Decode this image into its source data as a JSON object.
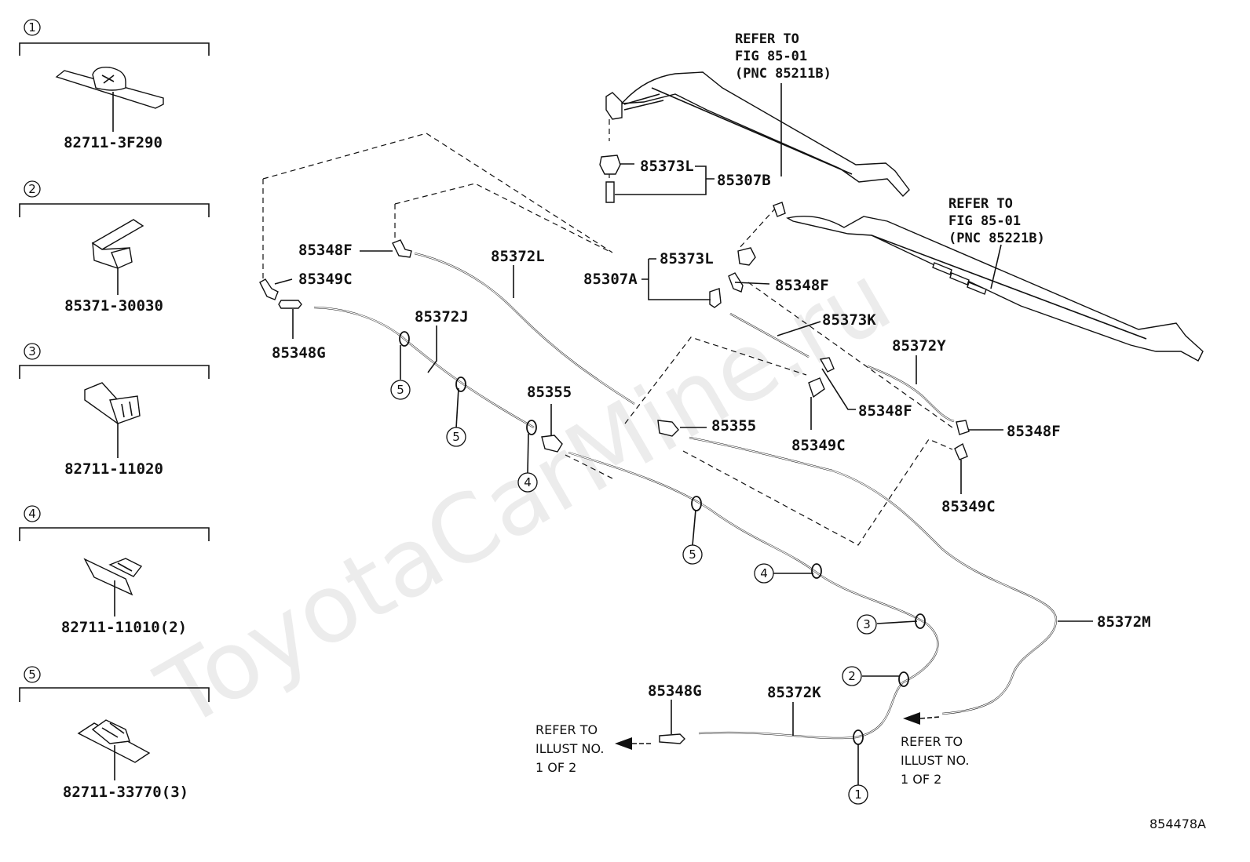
{
  "watermark": "ToyotaCarMine.ru",
  "figure_id": "854478A",
  "clips": [
    {
      "num": "1",
      "part": "82711-3F290"
    },
    {
      "num": "2",
      "part": "85371-30030"
    },
    {
      "num": "3",
      "part": "82711-11020"
    },
    {
      "num": "4",
      "part": "82711-11010(2)"
    },
    {
      "num": "5",
      "part": "82711-33770(3)"
    }
  ],
  "refs": {
    "arm_upper": [
      "REFER TO",
      "FIG 85-01",
      "(PNC 85211B)"
    ],
    "arm_lower": [
      "REFER TO",
      "FIG 85-01",
      "(PNC 85221B)"
    ],
    "illust_left": [
      "REFER TO",
      "ILLUST NO.",
      "1 OF 2"
    ],
    "illust_right": [
      "REFER TO",
      "ILLUST NO.",
      "1 OF 2"
    ]
  },
  "labels": {
    "p85373L_a": "85373L",
    "p85307B": "85307B",
    "p85373L_b": "85373L",
    "p85307A": "85307A",
    "p85348F_a": "85348F",
    "p85349C_a": "85349C",
    "p85348G_a": "85348G",
    "p85372L": "85372L",
    "p85372J": "85372J",
    "p85355_a": "85355",
    "p85355_b": "85355",
    "p85348F_b": "85348F",
    "p85373K": "85373K",
    "p85372Y": "85372Y",
    "p85348F_c": "85348F",
    "p85349C_b": "85349C",
    "p85348F_d": "85348F",
    "p85349C_c": "85349C",
    "p85372M": "85372M",
    "p85348G_b": "85348G",
    "p85372K": "85372K"
  },
  "callouts": {
    "c5a": "5",
    "c5b": "5",
    "c4a": "4",
    "c5c": "5",
    "c4b": "4",
    "c3": "3",
    "c2": "2",
    "c1": "1"
  }
}
